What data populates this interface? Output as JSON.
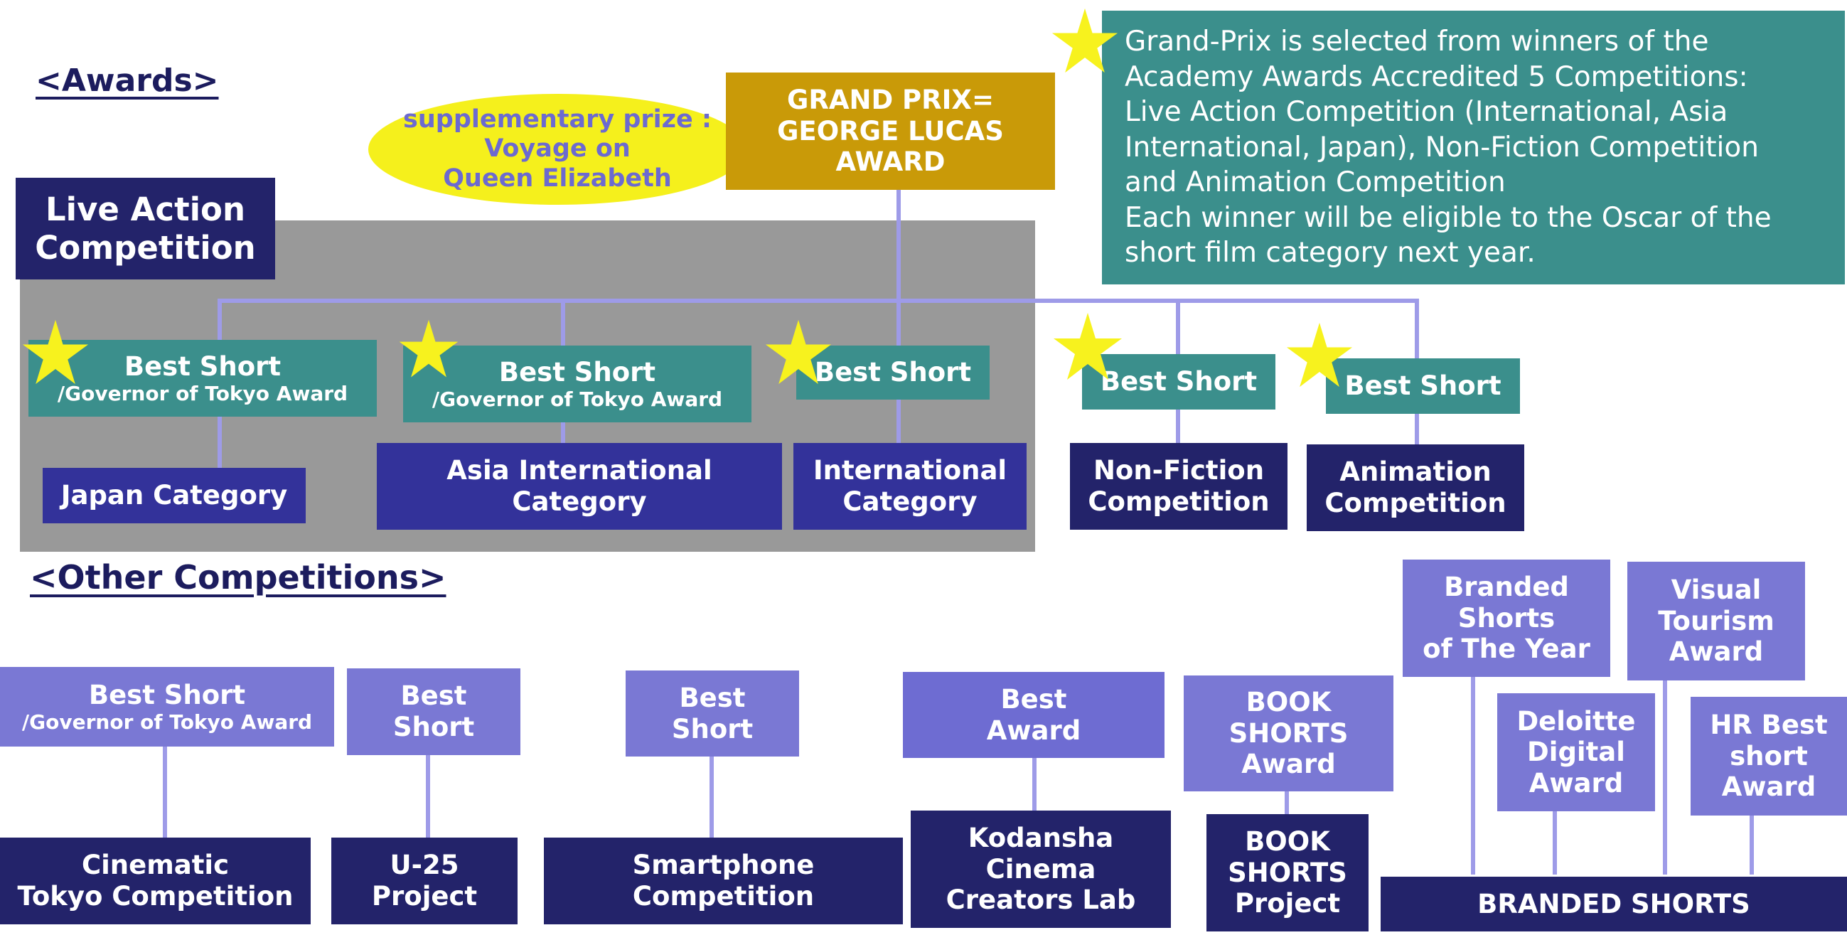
{
  "headings": {
    "awards": "<Awards>",
    "other": "<Other Competitions>"
  },
  "live_action_title": "Live Action\nCompetition",
  "grand_prix": "GRAND PRIX=\nGEORGE LUCAS\nAWARD",
  "supplementary": "supplementary prize :\nVoyage on\nQueen Elizabeth",
  "note": "Grand-Prix is selected from winners of the\nAcademy Awards Accredited 5 Competitions:\nLive Action Competition  (International, Asia\nInternational, Japan), Non-Fiction Competition\nand Animation Competition\nEach winner will be eligible to the Oscar of  the\nshort film category next year.",
  "main_awards": {
    "japan": {
      "award": "Best Short",
      "award_sub": "/Governor of Tokyo Award",
      "category": "Japan Category"
    },
    "asia": {
      "award": "Best Short",
      "award_sub": "/Governor of Tokyo Award",
      "category": "Asia International\nCategory"
    },
    "international": {
      "award": "Best Short",
      "category": "International\nCategory"
    },
    "nonfiction": {
      "award": "Best Short",
      "category": "Non-Fiction\nCompetition"
    },
    "animation": {
      "award": "Best Short",
      "category": "Animation\nCompetition"
    }
  },
  "other": {
    "cinematic": {
      "award": "Best Short",
      "award_sub": "/Governor of Tokyo Award",
      "competition": "Cinematic\nTokyo Competition"
    },
    "u25": {
      "award": "Best\nShort",
      "competition": "U-25\nProject"
    },
    "smartphone": {
      "award": "Best\nShort",
      "competition": "Smartphone\nCompetition"
    },
    "kodansha": {
      "award": "Best\nAward",
      "competition": "Kodansha\nCinema\nCreators Lab"
    },
    "book": {
      "award": "BOOK\nSHORTS\nAward",
      "competition": "BOOK\nSHORTS\nProject"
    },
    "branded": {
      "of_the_year": "Branded\nShorts\nof The Year",
      "deloitte": "Deloitte\nDigital\nAward",
      "visual": "Visual\nTourism\nAward",
      "hr": "HR Best\nshort\nAward",
      "competition": "BRANDED SHORTS"
    }
  },
  "colors": {
    "teal": "#3b8f8c",
    "navy": "#23236a",
    "indigo": "#33329a",
    "lavender": "#7a78d4",
    "gold": "#c99a08",
    "star": "#f7f21e",
    "grey_panel": "#999999",
    "connector": "#9e9be8"
  },
  "icons": [
    "star-icon"
  ]
}
